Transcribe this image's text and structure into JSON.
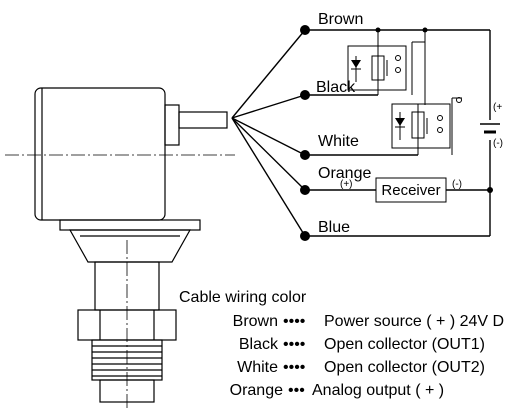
{
  "wires": {
    "brown": "Brown",
    "black": "Black",
    "white": "White",
    "orange": "Orange",
    "blue": "Blue"
  },
  "receiver": {
    "label": "Receiver",
    "plus": "(+)",
    "minus": "(-)"
  },
  "supply": {
    "plus": "(+",
    "minus": "(-)"
  },
  "legend": {
    "title": "Cable wiring color",
    "rows": [
      {
        "color": "Brown",
        "dots": "••••",
        "desc": "Power source ( + ) 24V  D"
      },
      {
        "color": "Black",
        "dots": "••••",
        "desc": "Open collector (OUT1)"
      },
      {
        "color": "White",
        "dots": "••••",
        "desc": "Open collector (OUT2)"
      },
      {
        "color": "Orange",
        "dots": "•••",
        "desc": "Analog output ( + )"
      }
    ]
  }
}
